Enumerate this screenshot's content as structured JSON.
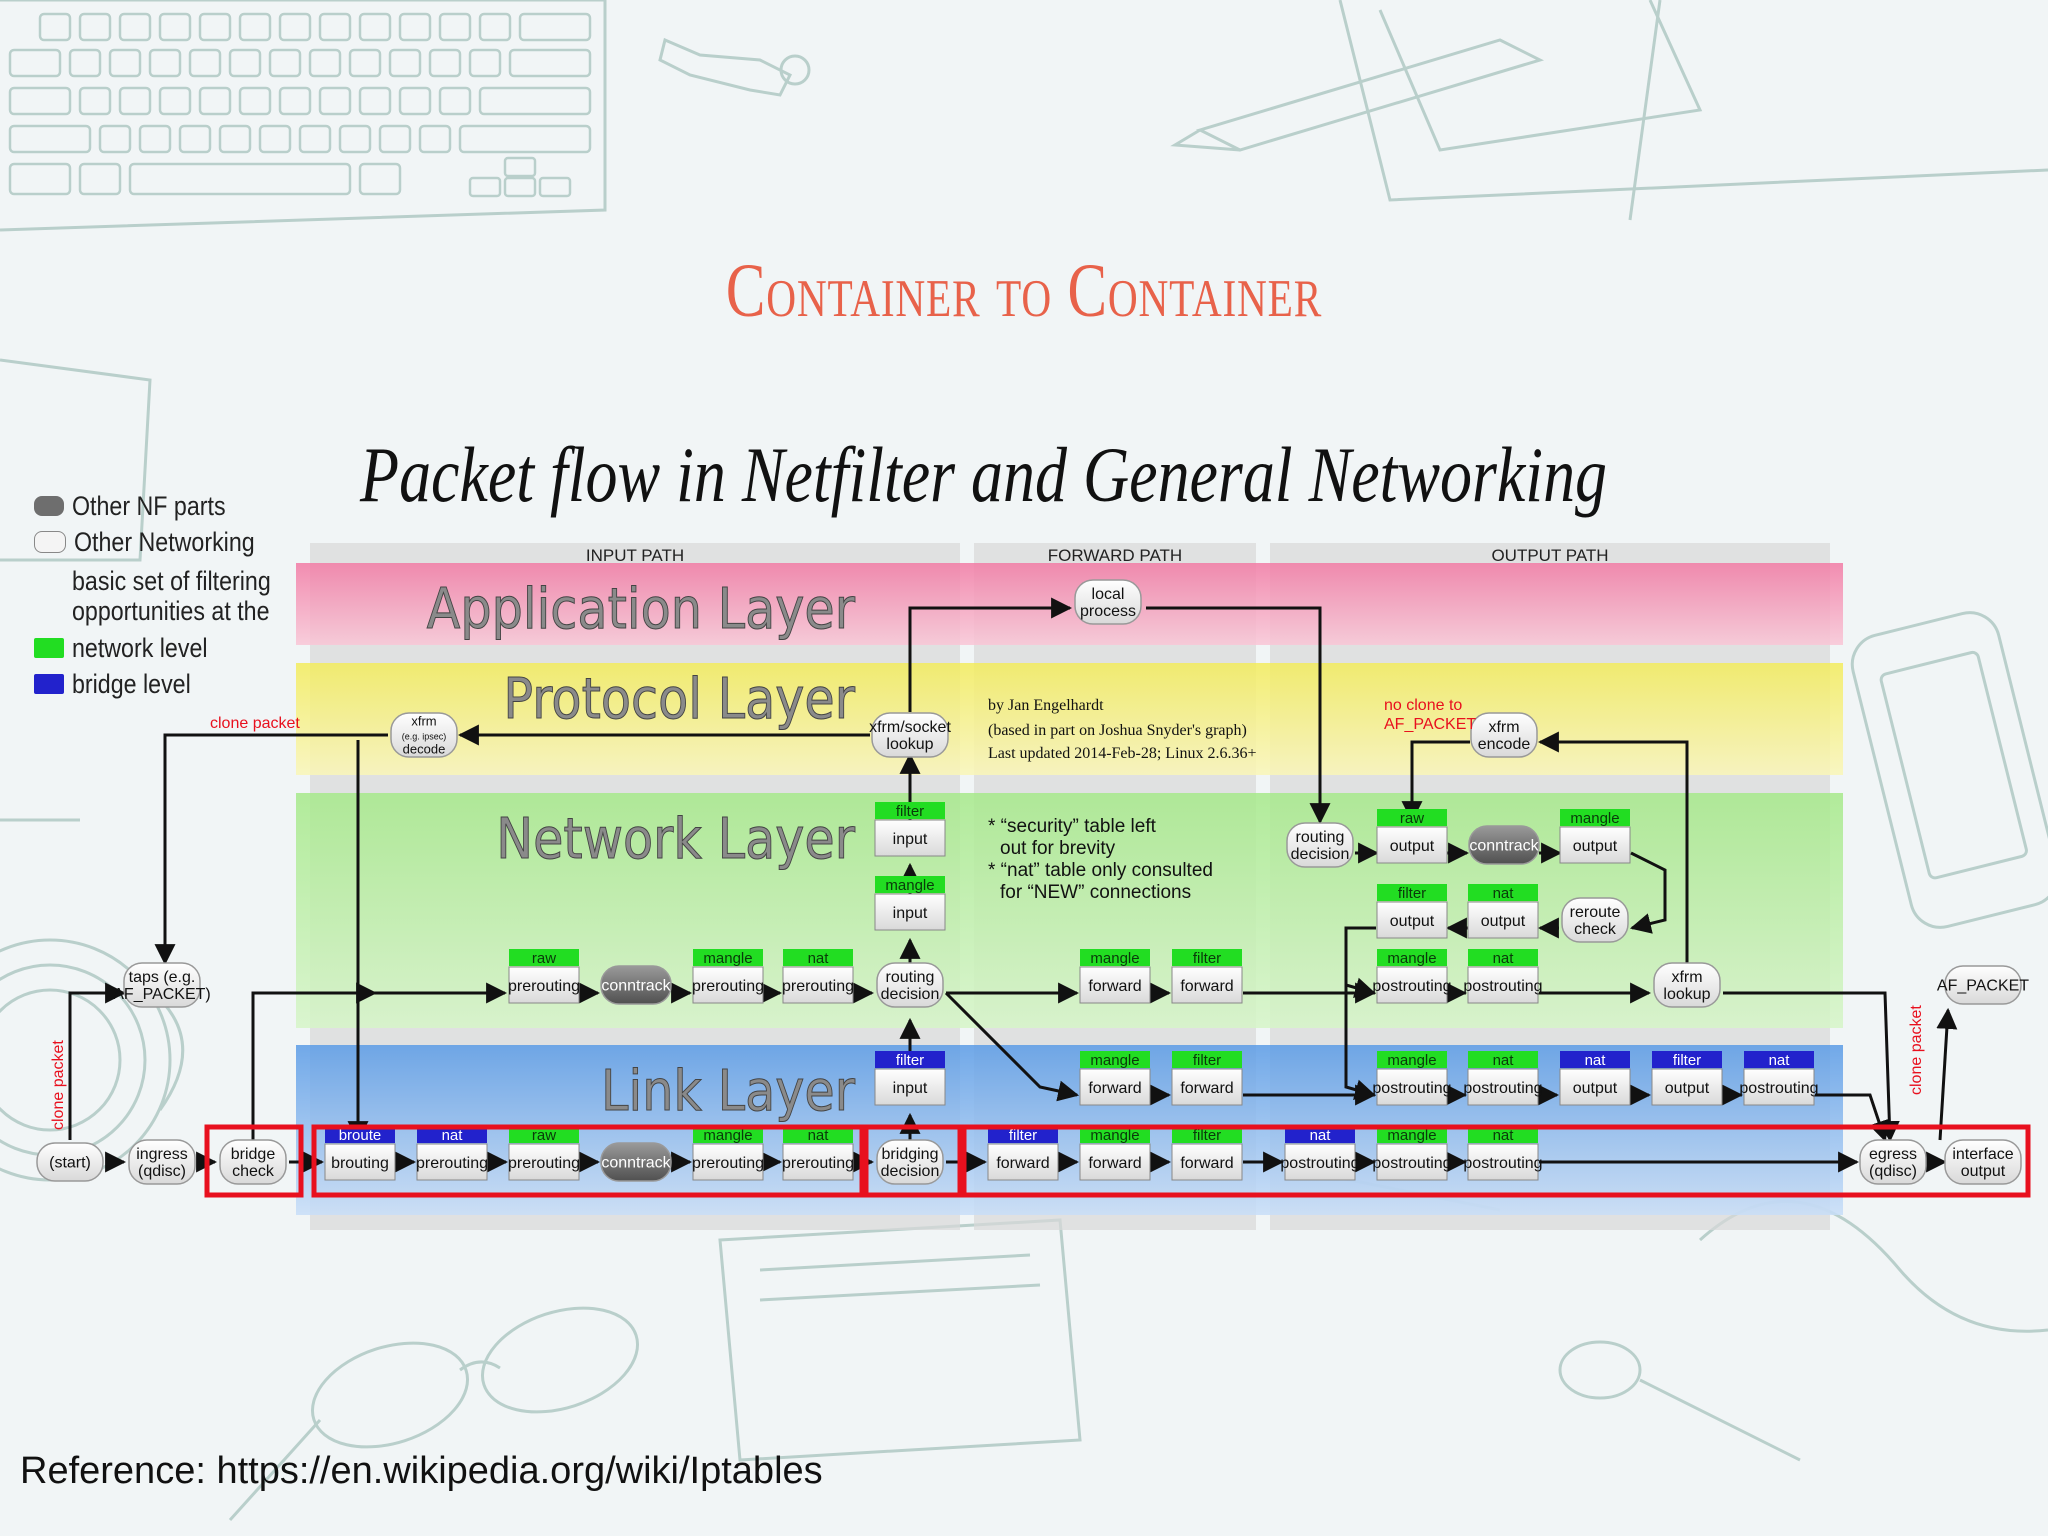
{
  "slide": {
    "title": "Container to Container",
    "reference": "Reference: https://en.wikipedia.org/wiki/Iptables"
  },
  "diagram": {
    "title": "Packet flow in Netfilter and General Networking",
    "paths": [
      "INPUT PATH",
      "FORWARD PATH",
      "OUTPUT PATH"
    ],
    "layers": [
      "Application Layer",
      "Protocol Layer",
      "Network Layer",
      "Link Layer"
    ],
    "credits": [
      "by Jan Engelhardt",
      "(based in part on Joshua Snyder's graph)",
      "Last updated 2014-Feb-28; Linux 2.6.36+"
    ],
    "notes": [
      "* “security” table left",
      "out for brevity",
      "* “nat” table only consulted",
      "for “NEW” connections"
    ],
    "red_labels": {
      "clone_packet_left": "clone packet",
      "clone_packet_right": "clone packet",
      "no_clone_1": "no clone to",
      "no_clone_2": "AF_PACKET"
    }
  },
  "legend": {
    "other_nf": "Other NF parts",
    "other_networking": "Other Networking",
    "basic_set": [
      "basic set of filtering",
      "opportunities at the"
    ],
    "network_level": "network level",
    "bridge_level": "bridge level"
  },
  "colors": {
    "slide_title": "#e8624a",
    "application_layer": "#f6a0bc",
    "protocol_layer": "#f5f08a",
    "network_layer": "#b8eba0",
    "link_layer": "#7cb0f0",
    "network_tab": "#22dd22",
    "bridge_tab": "#2222cc",
    "highlight": "#e8101e"
  },
  "nodes": [
    {
      "tab": "",
      "label": "(start)",
      "kind": "other"
    },
    {
      "tab": "",
      "label": "ingress\n(qdisc)",
      "kind": "other"
    },
    {
      "tab": "",
      "label": "bridge\ncheck",
      "kind": "other"
    },
    {
      "tab": "broute",
      "label": "brouting",
      "kind": "bridge"
    },
    {
      "tab": "nat",
      "label": "prerouting",
      "kind": "bridge"
    },
    {
      "tab": "raw",
      "label": "prerouting",
      "kind": "net"
    },
    {
      "tab": "",
      "label": "conntrack",
      "kind": "nf"
    },
    {
      "tab": "mangle",
      "label": "prerouting",
      "kind": "net"
    },
    {
      "tab": "nat",
      "label": "prerouting",
      "kind": "net"
    },
    {
      "tab": "",
      "label": "bridging\ndecision",
      "kind": "other"
    },
    {
      "tab": "filter",
      "label": "forward",
      "kind": "bridge"
    },
    {
      "tab": "mangle",
      "label": "forward",
      "kind": "net"
    },
    {
      "tab": "filter",
      "label": "forward",
      "kind": "net"
    },
    {
      "tab": "nat",
      "label": "postrouting",
      "kind": "bridge"
    },
    {
      "tab": "mangle",
      "label": "postrouting",
      "kind": "net"
    },
    {
      "tab": "nat",
      "label": "postrouting",
      "kind": "net"
    },
    {
      "tab": "",
      "label": "egress\n(qdisc)",
      "kind": "other"
    },
    {
      "tab": "",
      "label": "interface\noutput",
      "kind": "other"
    },
    {
      "tab": "filter",
      "label": "input",
      "kind": "bridge"
    },
    {
      "tab": "mangle",
      "label": "forward",
      "kind": "net"
    },
    {
      "tab": "filter",
      "label": "forward",
      "kind": "net"
    },
    {
      "tab": "mangle",
      "label": "postrouting",
      "kind": "net"
    },
    {
      "tab": "nat",
      "label": "postrouting",
      "kind": "net"
    },
    {
      "tab": "nat",
      "label": "output",
      "kind": "bridge"
    },
    {
      "tab": "filter",
      "label": "output",
      "kind": "bridge"
    },
    {
      "tab": "nat",
      "label": "postrouting",
      "kind": "bridge"
    },
    {
      "tab": "",
      "label": "taps (e.g.\nAF_PACKET)",
      "kind": "other"
    },
    {
      "tab": "raw",
      "label": "prerouting",
      "kind": "net"
    },
    {
      "tab": "",
      "label": "conntrack",
      "kind": "nf"
    },
    {
      "tab": "mangle",
      "label": "prerouting",
      "kind": "net"
    },
    {
      "tab": "nat",
      "label": "prerouting",
      "kind": "net"
    },
    {
      "tab": "",
      "label": "routing\ndecision",
      "kind": "other"
    },
    {
      "tab": "mangle",
      "label": "forward",
      "kind": "net"
    },
    {
      "tab": "filter",
      "label": "forward",
      "kind": "net"
    },
    {
      "tab": "mangle",
      "label": "postrouting",
      "kind": "net"
    },
    {
      "tab": "nat",
      "label": "postrouting",
      "kind": "net"
    },
    {
      "tab": "",
      "label": "xfrm\nlookup",
      "kind": "other"
    },
    {
      "tab": "",
      "label": "AF_PACKET",
      "kind": "other"
    },
    {
      "tab": "mangle",
      "label": "input",
      "kind": "net"
    },
    {
      "tab": "filter",
      "label": "input",
      "kind": "net"
    },
    {
      "tab": "",
      "label": "xfrm/socket\nlookup",
      "kind": "other"
    },
    {
      "tab": "",
      "label": "local\nprocess",
      "kind": "other"
    },
    {
      "tab": "",
      "label": "xfrm\n(e.g. ipsec)\ndecode",
      "kind": "other"
    },
    {
      "tab": "",
      "label": "xfrm\nencode",
      "kind": "other"
    },
    {
      "tab": "",
      "label": "routing\ndecision",
      "kind": "other"
    },
    {
      "tab": "raw",
      "label": "output",
      "kind": "net"
    },
    {
      "tab": "",
      "label": "conntrack",
      "kind": "nf"
    },
    {
      "tab": "mangle",
      "label": "output",
      "kind": "net"
    },
    {
      "tab": "filter",
      "label": "output",
      "kind": "net"
    },
    {
      "tab": "nat",
      "label": "output",
      "kind": "net"
    },
    {
      "tab": "",
      "label": "reroute\ncheck",
      "kind": "other"
    }
  ]
}
